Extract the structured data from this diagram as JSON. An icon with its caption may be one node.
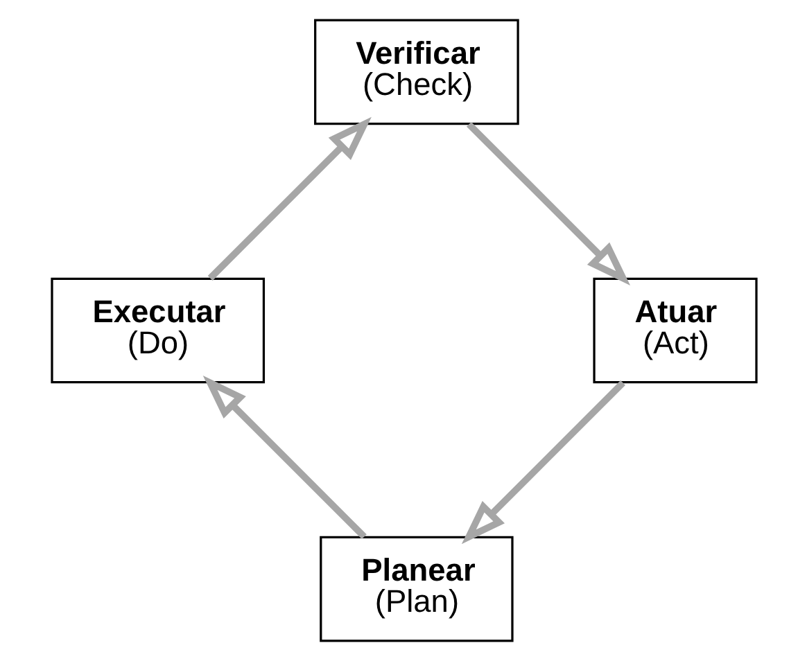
{
  "diagram": {
    "nodes": [
      {
        "text": [
          "Planear",
          "(Plan)"
        ]
      },
      {
        "text": [
          "Executar",
          "(Do)"
        ]
      },
      {
        "text": [
          "Verificar",
          "(Check)"
        ]
      },
      {
        "text": [
          "Atuar",
          "(Act)"
        ]
      }
    ],
    "edges": [
      {
        "from": 0,
        "to": 1,
        "arrow": "to"
      },
      {
        "from": 1,
        "to": 2,
        "arrow": "to"
      },
      {
        "from": 2,
        "to": 3,
        "arrow": "to"
      },
      {
        "from": 3,
        "to": 0,
        "arrow": "to"
      }
    ]
  }
}
